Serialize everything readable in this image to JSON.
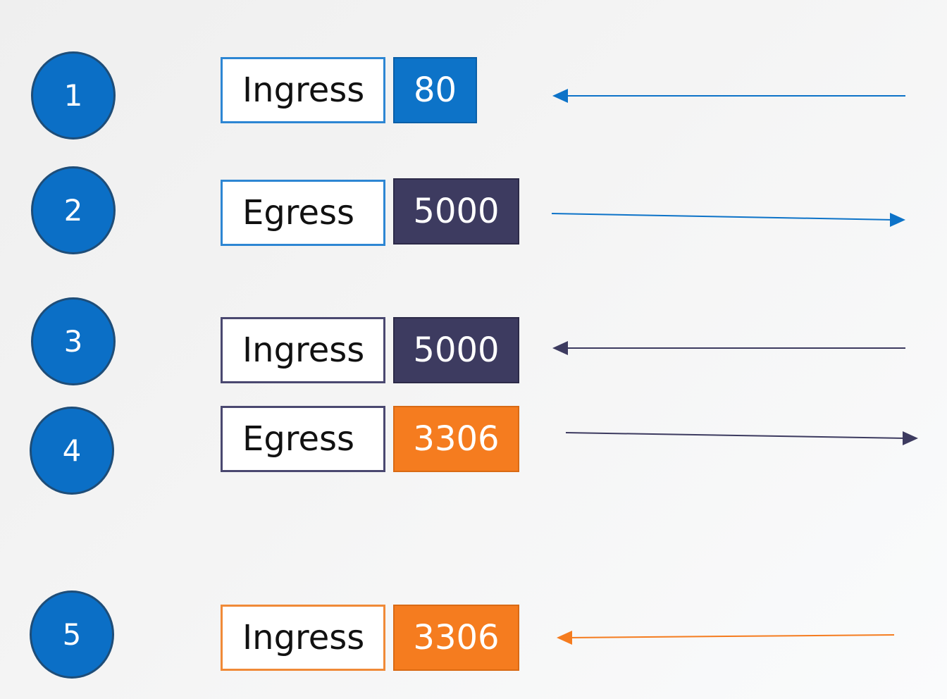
{
  "colors": {
    "blue": "#0d73c8",
    "navy": "#3d3b60",
    "orange": "#f57c1f",
    "circle_fill": "#0b6fc6",
    "circle_border": "#1e4d78"
  },
  "rules": [
    {
      "number": "1",
      "direction": "Ingress",
      "port": "80",
      "port_color": "blue",
      "border_color": "blue",
      "arrow": "incoming",
      "arrow_color": "blue"
    },
    {
      "number": "2",
      "direction": "Egress",
      "port": "5000",
      "port_color": "navy",
      "border_color": "blue",
      "arrow": "outgoing",
      "arrow_color": "blue"
    },
    {
      "number": "3",
      "direction": "Ingress",
      "port": "5000",
      "port_color": "navy",
      "border_color": "navy",
      "arrow": "incoming",
      "arrow_color": "navy"
    },
    {
      "number": "4",
      "direction": "Egress",
      "port": "3306",
      "port_color": "orange",
      "border_color": "navy",
      "arrow": "outgoing",
      "arrow_color": "navy"
    },
    {
      "number": "5",
      "direction": "Ingress",
      "port": "3306",
      "port_color": "orange",
      "border_color": "orange",
      "arrow": "incoming",
      "arrow_color": "orange"
    }
  ]
}
